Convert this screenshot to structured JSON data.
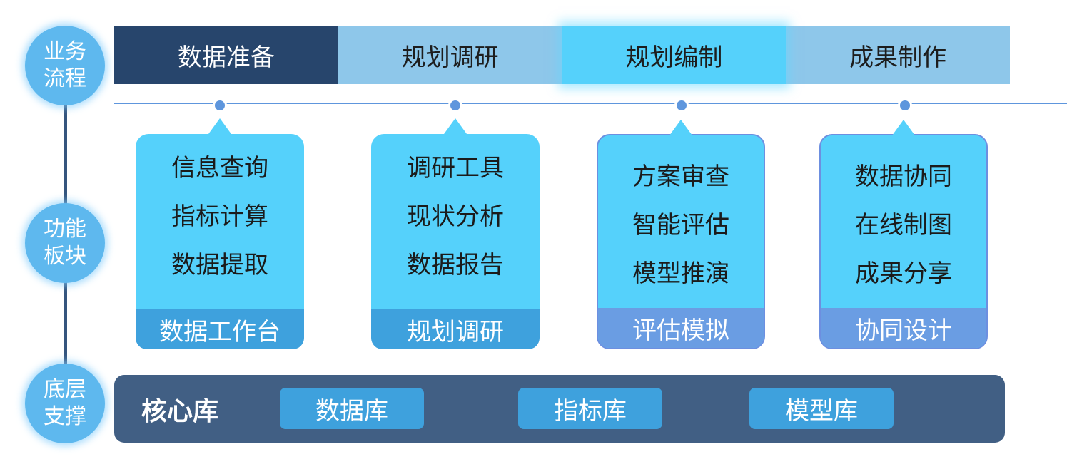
{
  "side_labels": {
    "process": "业务流程",
    "modules": "功能板块",
    "support": "底层支撑"
  },
  "tabs": [
    "数据准备",
    "规划调研",
    "规划编制",
    "成果制作"
  ],
  "cards": [
    {
      "items": [
        "信息查询",
        "指标计算",
        "数据提取"
      ],
      "footer": "数据工作台"
    },
    {
      "items": [
        "调研工具",
        "现状分析",
        "数据报告"
      ],
      "footer": "规划调研"
    },
    {
      "items": [
        "方案审查",
        "智能评估",
        "模型推演"
      ],
      "footer": "评估模拟"
    },
    {
      "items": [
        "数据协同",
        "在线制图",
        "成果分享"
      ],
      "footer": "协同设计"
    }
  ],
  "core": {
    "title": "核心库",
    "items": [
      "数据库",
      "指标库",
      "模型库"
    ]
  },
  "colors": {
    "dark_navy": "#27456c",
    "light_blue": "#8ec7ea",
    "cyan": "#55d1fb",
    "medium_blue": "#3ea1dd",
    "periwinkle": "#6a9de3",
    "slate": "#415f84",
    "circle": "#5eb8ee"
  }
}
